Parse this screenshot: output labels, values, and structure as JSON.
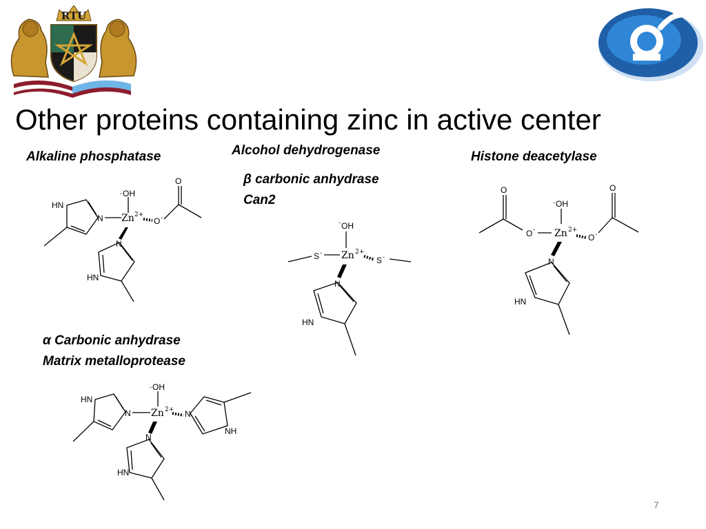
{
  "logos": {
    "left": {
      "text": "RTU",
      "icon": "rtu-lions-crest"
    },
    "right": {
      "icon": "blue-circular-emblem"
    }
  },
  "title": "Other proteins containing zinc in active center",
  "labels": {
    "alkaline_phosphatase": "Alkaline phosphatase",
    "alcohol_dehydrogenase": "Alcohol dehydrogenase",
    "beta_ca_line1": "β carbonic anhydrase",
    "beta_ca_line2": "Can2",
    "histone_deacetylase": "Histone deacetylase",
    "alpha_ca_line1": "α Carbonic anhydrase",
    "alpha_ca_line2": "Matrix metalloprotease"
  },
  "atoms": {
    "zn": "Zn",
    "charge": "2+",
    "minus": "-",
    "oh": "OH",
    "o": "O",
    "s": "S",
    "n": "N",
    "hn": "HN",
    "nh": "NH"
  },
  "page_number": "7",
  "colors": {
    "title": "#000000",
    "page_number": "#7f7f7f",
    "emblem_blue": "#1f5fa8"
  }
}
